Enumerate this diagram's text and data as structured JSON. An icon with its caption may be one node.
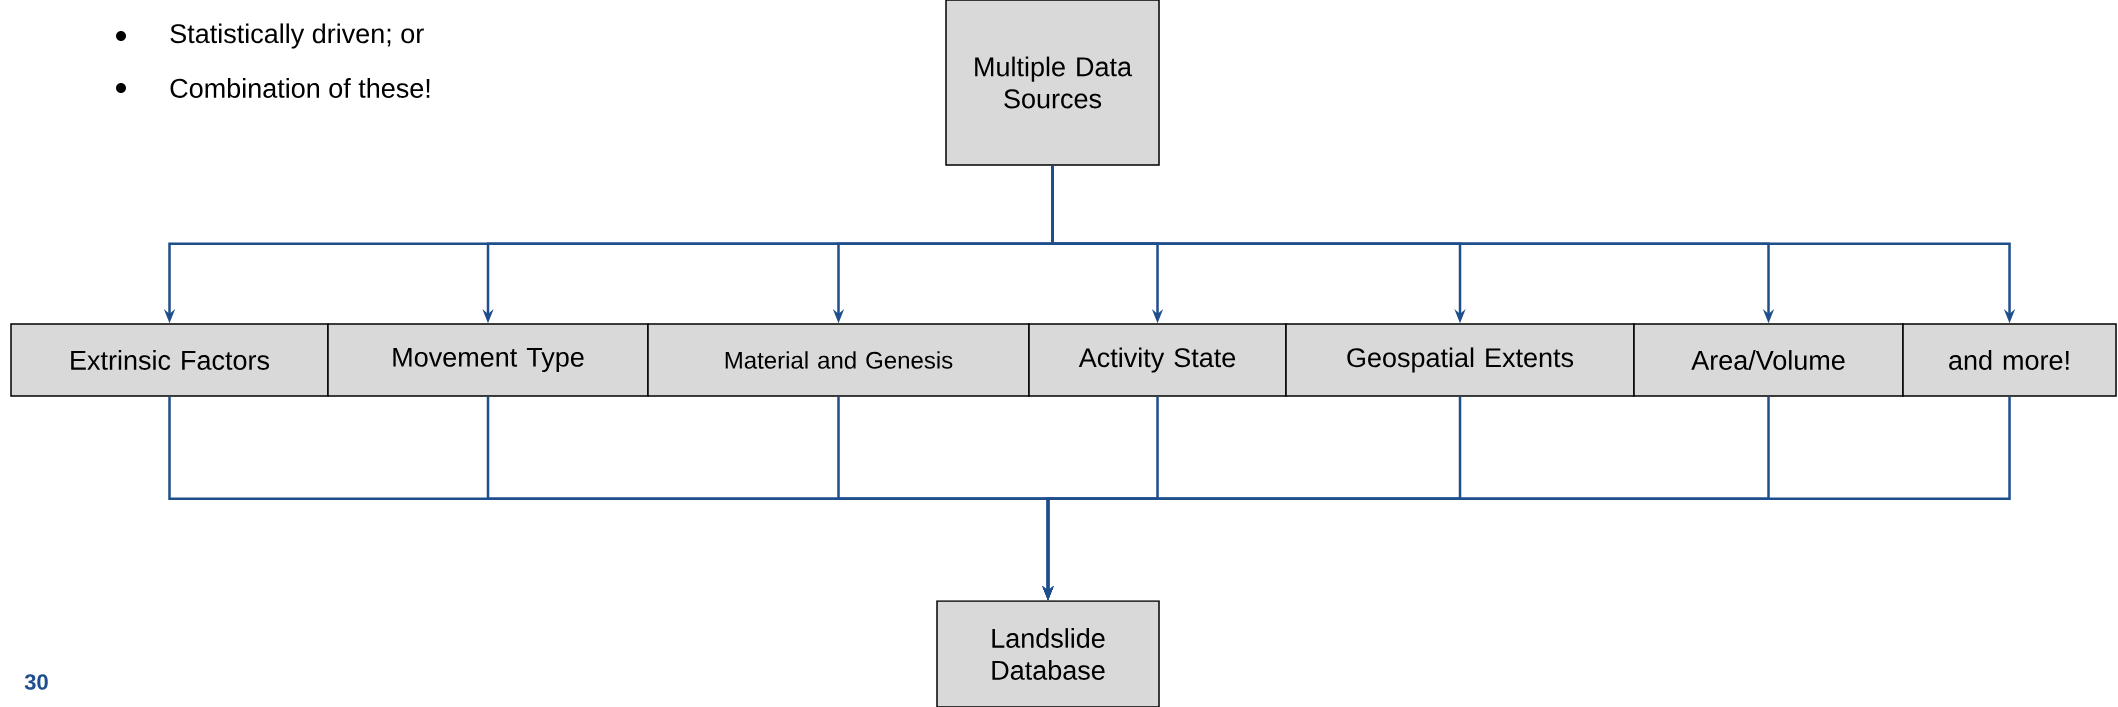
{
  "diagram": {
    "nodes": [
      {
        "text": [
          "Multiple Data Sources"
        ]
      },
      {
        "text": [
          "Extrinsic Factors"
        ]
      },
      {
        "text": [
          "Movement Type"
        ]
      },
      {
        "text": [
          "Material and Genesis"
        ]
      },
      {
        "text": [
          "Activity State"
        ]
      },
      {
        "text": [
          "Geospatial Extents"
        ]
      },
      {
        "text": [
          "Area/Volume"
        ]
      },
      {
        "text": [
          "and more!"
        ]
      },
      {
        "text": [
          "Landslide Database"
        ]
      }
    ],
    "edges": [
      {
        "from": 0,
        "to": 1,
        "arrow": "to"
      },
      {
        "from": 0,
        "to": 2,
        "arrow": "to"
      },
      {
        "from": 0,
        "to": 3,
        "arrow": "to"
      },
      {
        "from": 0,
        "to": 4,
        "arrow": "to"
      },
      {
        "from": 0,
        "to": 5,
        "arrow": "to"
      },
      {
        "from": 0,
        "to": 6,
        "arrow": "to"
      },
      {
        "from": 0,
        "to": 7,
        "arrow": "to"
      },
      {
        "from": 1,
        "to": 8,
        "arrow": "to"
      },
      {
        "from": 2,
        "to": 8,
        "arrow": "to"
      },
      {
        "from": 3,
        "to": 8,
        "arrow": "to"
      },
      {
        "from": 4,
        "to": 8,
        "arrow": "to"
      },
      {
        "from": 5,
        "to": 8,
        "arrow": "to"
      },
      {
        "from": 6,
        "to": 8,
        "arrow": "to"
      },
      {
        "from": 7,
        "to": 8,
        "arrow": "to"
      }
    ],
    "labels": [
      "Statistically driven; or",
      "Combination of these!",
      "30"
    ]
  }
}
